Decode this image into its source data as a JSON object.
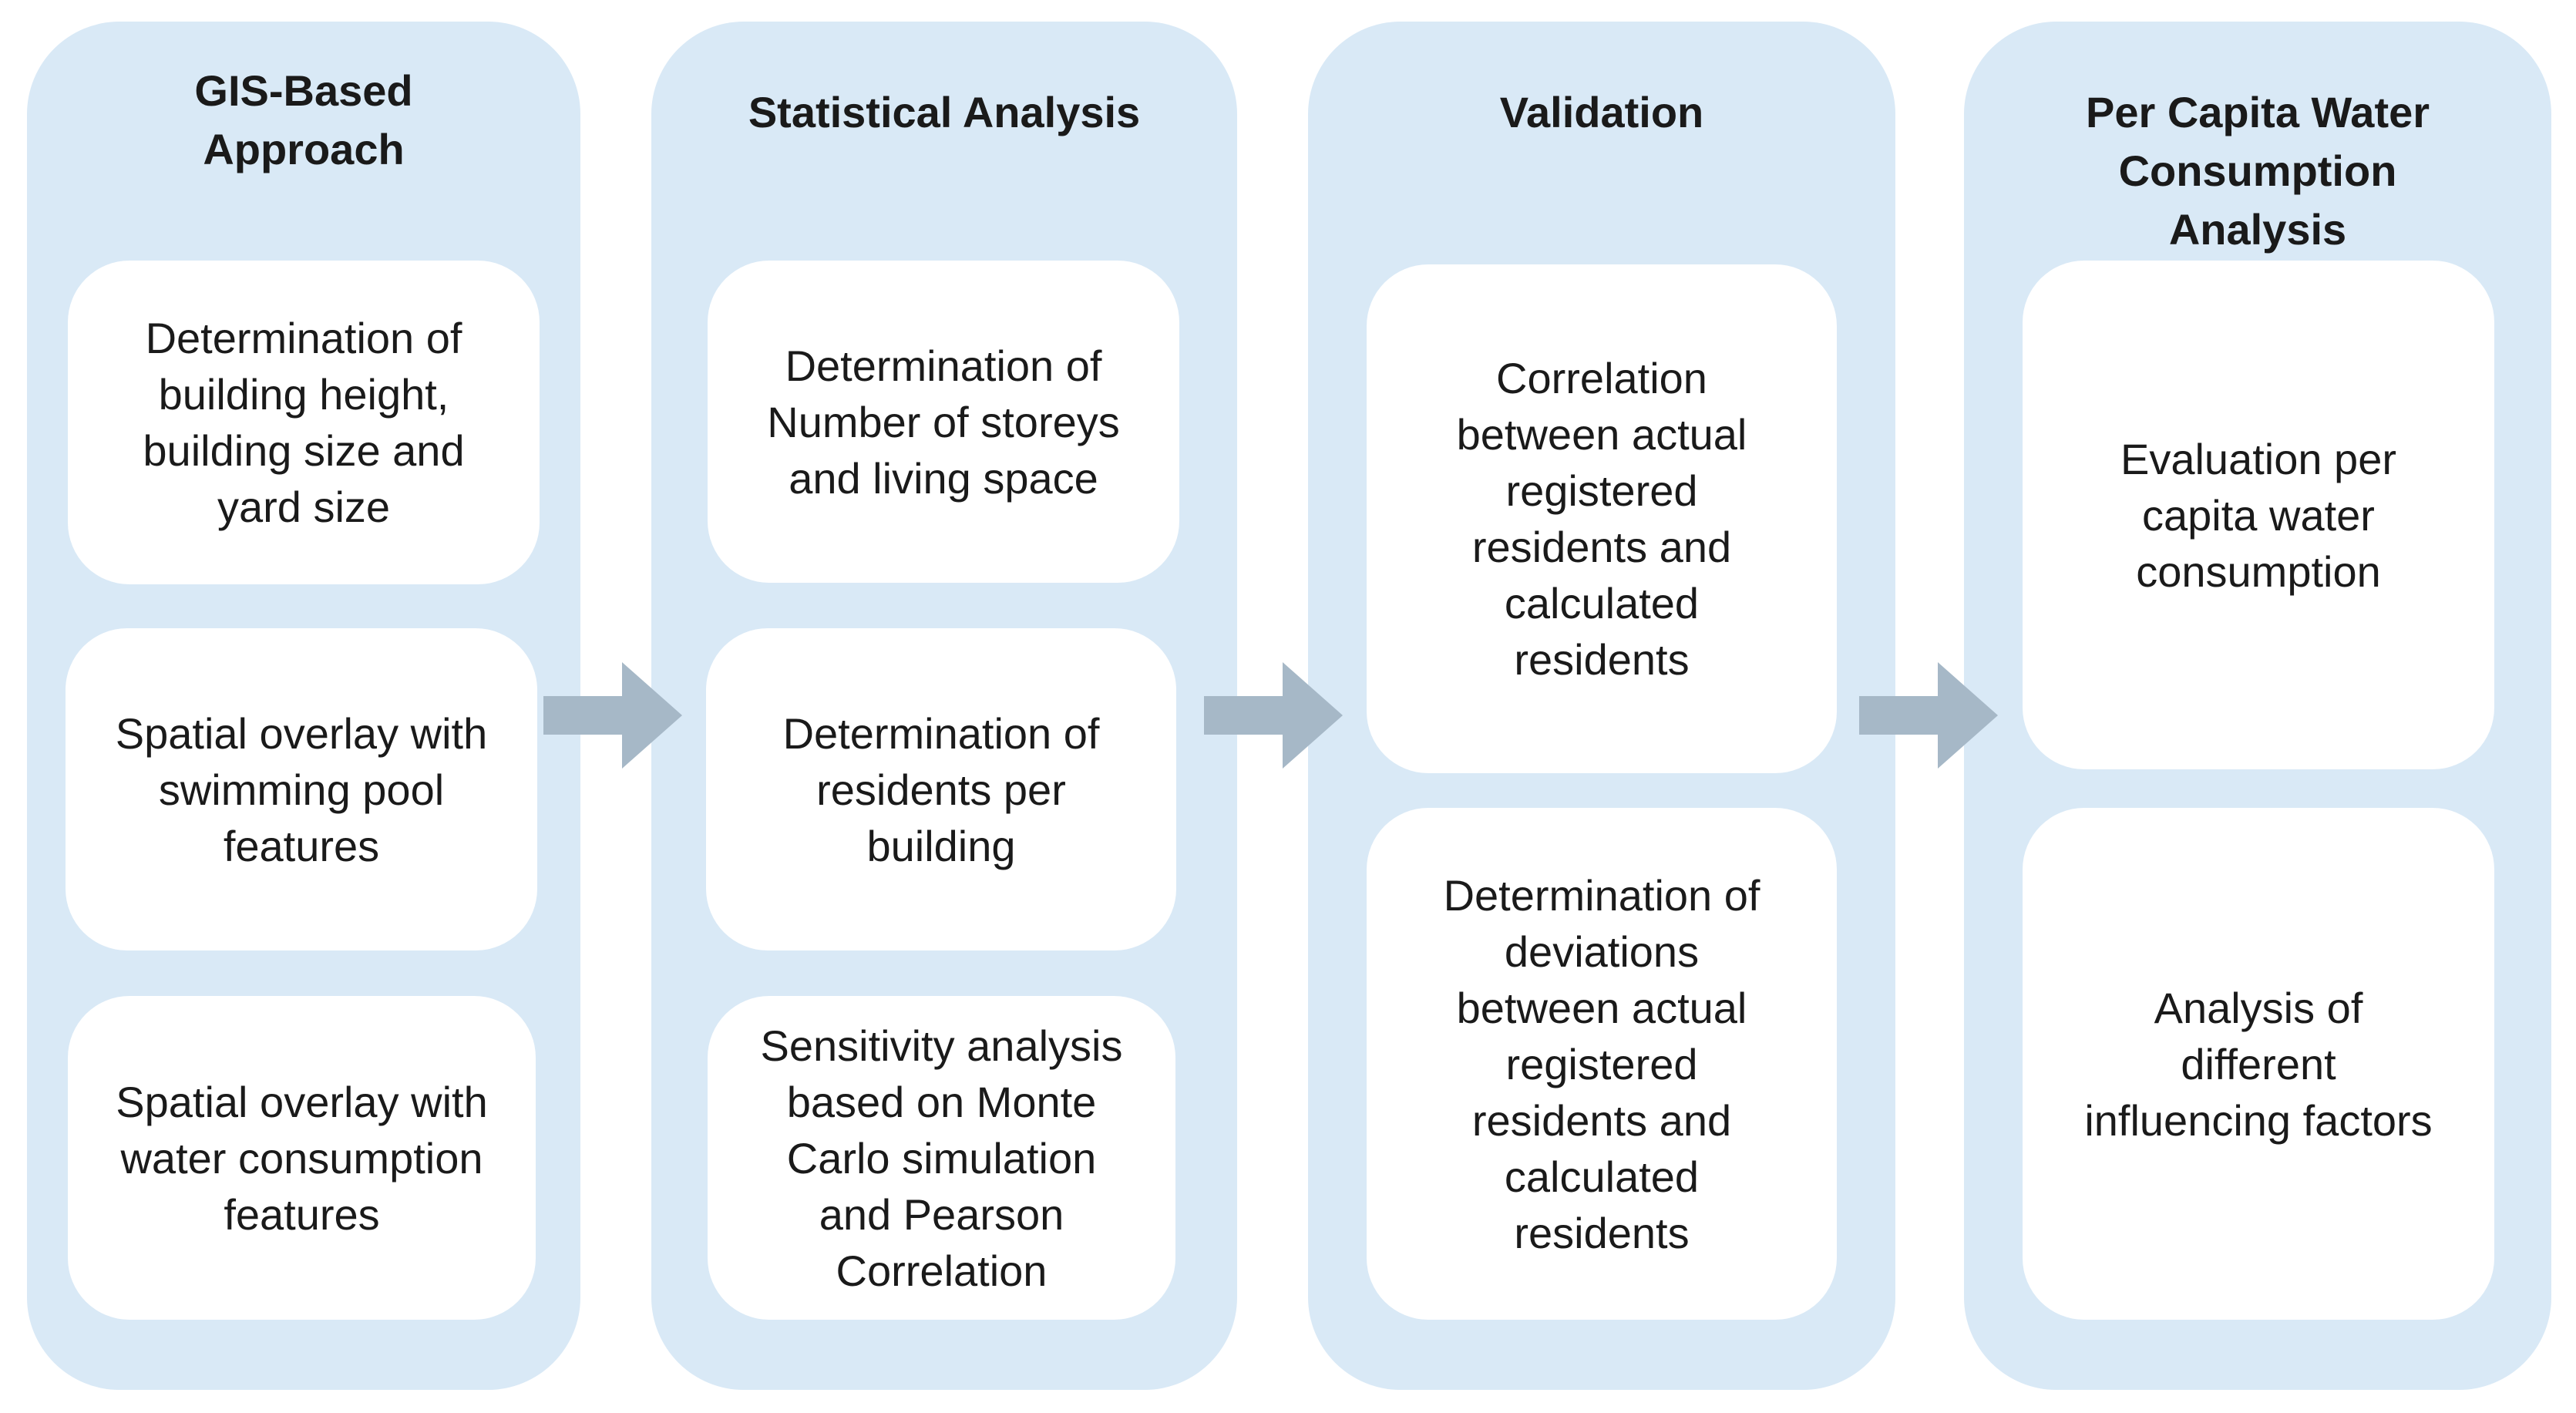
{
  "colors": {
    "column_bg": "#d9e9f6",
    "box_bg": "#ffffff",
    "arrow": "#a6b8c7",
    "text": "#1a1a1a"
  },
  "columns": [
    {
      "title": "GIS-Based\nApproach",
      "boxes": [
        "Determination of\nbuilding height,\nbuilding size and\nyard size",
        "Spatial overlay with\nswimming pool\nfeatures",
        "Spatial overlay with\nwater consumption\nfeatures"
      ]
    },
    {
      "title": "Statistical Analysis",
      "boxes": [
        "Determination of\nNumber of storeys\nand living space",
        "Determination of\nresidents per\nbuilding",
        "Sensitivity analysis\nbased on Monte\nCarlo simulation\nand Pearson\nCorrelation"
      ]
    },
    {
      "title": "Validation",
      "boxes": [
        "Correlation\nbetween actual\nregistered\nresidents and\ncalculated\nresidents",
        "Determination of\ndeviations\nbetween actual\nregistered\nresidents and\ncalculated\nresidents"
      ]
    },
    {
      "title": "Per Capita Water\nConsumption\nAnalysis",
      "boxes": [
        "Evaluation per\ncapita water\nconsumption",
        "Analysis of\ndifferent\ninfluencing factors"
      ]
    }
  ],
  "arrows": [
    "right-arrow-icon",
    "right-arrow-icon",
    "right-arrow-icon"
  ]
}
